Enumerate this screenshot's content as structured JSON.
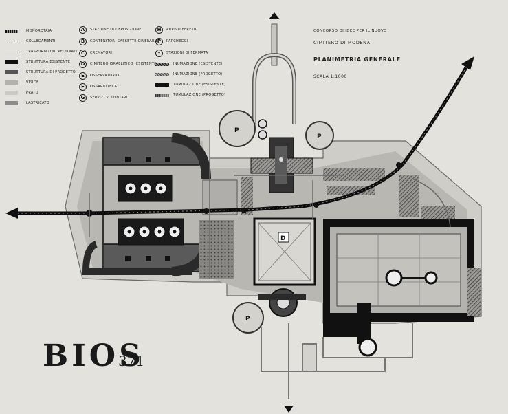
{
  "legend_left": [
    {
      "label": "Monorotaia",
      "swatch": "hatch-dark"
    },
    {
      "label": "Collegamenti",
      "swatch": "dash"
    },
    {
      "label": "Trasportatori pedonali",
      "swatch": "thin"
    },
    {
      "label": "Struttura esistente",
      "swatch": "black"
    },
    {
      "label": "Struttura di progetto",
      "swatch": "dark"
    },
    {
      "label": "Verde",
      "swatch": "light"
    },
    {
      "label": "Prato",
      "swatch": "pale"
    },
    {
      "label": "Lastricato",
      "swatch": "mid"
    }
  ],
  "legend_mid": [
    {
      "letter": "A",
      "label": "Stazione di deposizione"
    },
    {
      "letter": "B",
      "label": "Contenitori cassette cinerarie"
    },
    {
      "letter": "C",
      "label": "Crematori"
    },
    {
      "letter": "D",
      "label": "Cimitero israelitico (esistente)"
    },
    {
      "letter": "E",
      "label": "Osservatorio"
    },
    {
      "letter": "F",
      "label": "Ossarioteca"
    },
    {
      "letter": "G",
      "label": "Servizi volontari"
    }
  ],
  "legend_right": [
    {
      "letter": "H",
      "label": "Arrivo feretri"
    },
    {
      "letter": "P",
      "label": "Parcheggi"
    },
    {
      "letter": "•",
      "label": "Stazioni di fermata"
    },
    {
      "swatch": "hatch",
      "label": "Inumazione (esistente)"
    },
    {
      "swatch": "hatch",
      "label": "Inumazione (progetto)"
    },
    {
      "swatch": "bar",
      "label": "Tumulazione (esistente)"
    },
    {
      "swatch": "hatch",
      "label": "Tumulazione (progetto)"
    }
  ],
  "title": {
    "line1": "Concorso di idee per il nuovo",
    "line2": "Cimitero di Modena",
    "heading": "Planimetria generale",
    "scale": "Scala 1:1000"
  },
  "motto": "BIOS",
  "motto_number": "371",
  "plan_letters": {
    "P": "P",
    "D": "D",
    "colors": {
      "ink": "#1a1a1a",
      "black": "#101010",
      "dark": "#5a5a5a",
      "mid": "#8c8c8c",
      "light": "#b4b2ae",
      "pale": "#d2d0cb",
      "paper": "#e4e2dd"
    }
  }
}
